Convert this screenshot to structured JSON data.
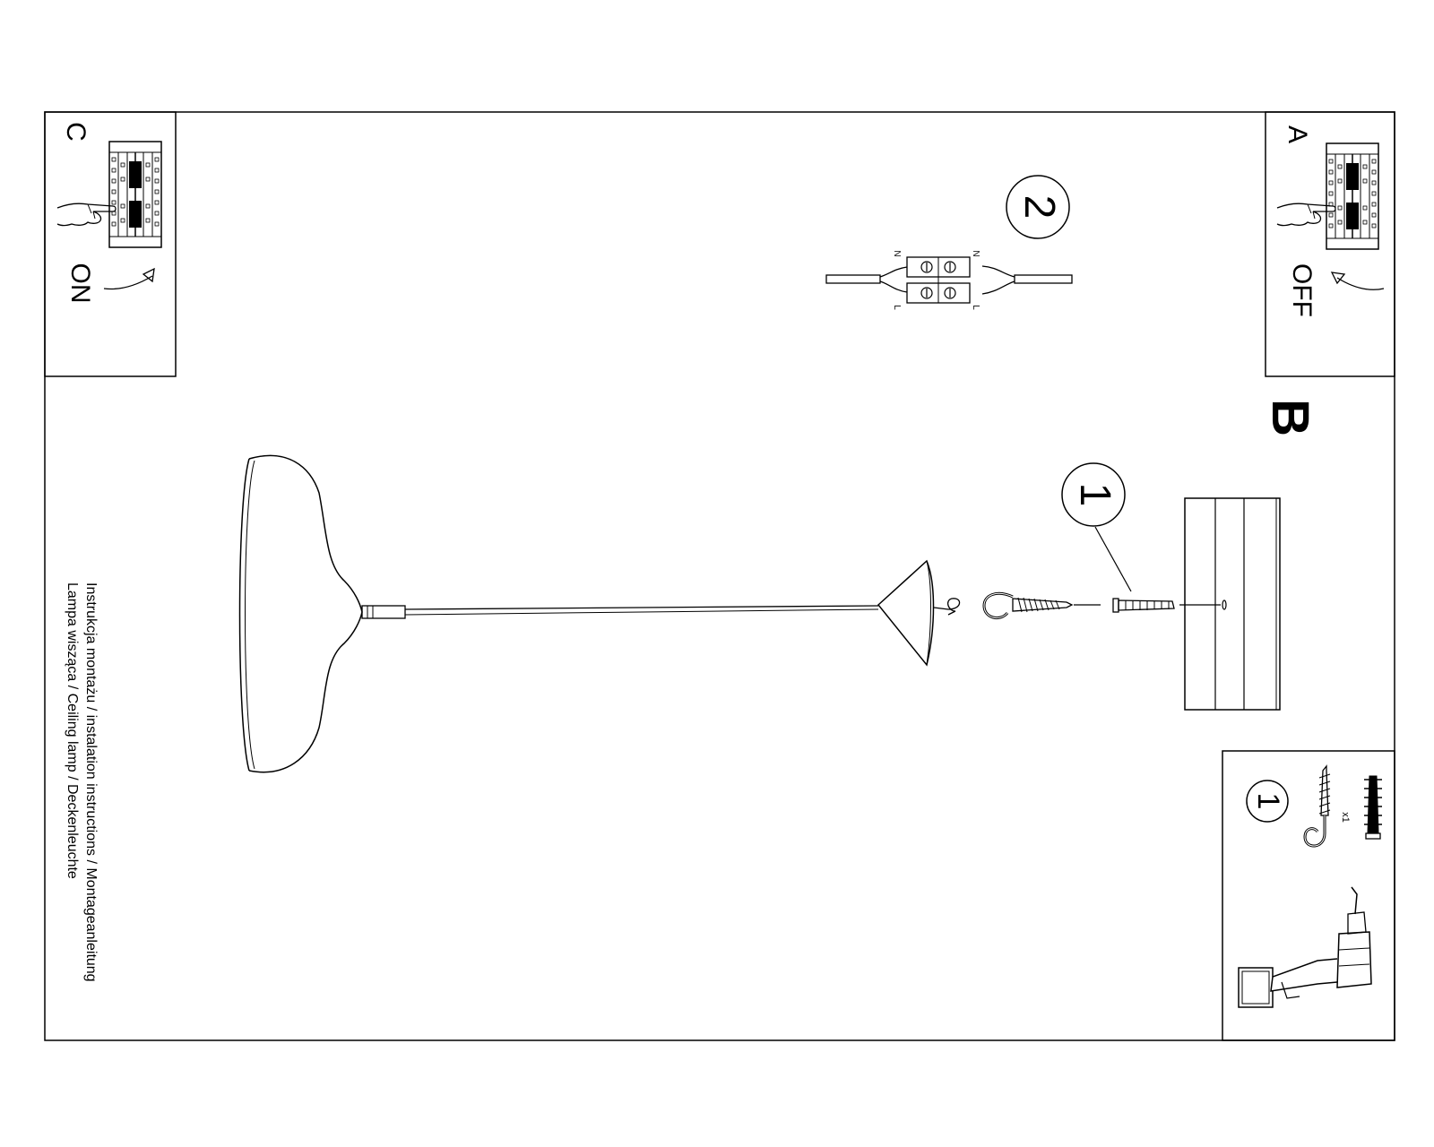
{
  "panels": {
    "a": {
      "letter": "A",
      "label": "OFF"
    },
    "b": {
      "letter": "B"
    },
    "c": {
      "letter": "C",
      "label": "ON"
    }
  },
  "steps": {
    "step_1": "1",
    "step_2": "2"
  },
  "wiring": {
    "neutral_label": "N",
    "live_label": "L"
  },
  "parts_box": {
    "step_number": "1",
    "quantity": "x1"
  },
  "caption": {
    "line_1": "Instrukcja montażu / instalation instructions / Montageanleitung",
    "line_2": "Lampa wisząca / Ceiling lamp / Deckenleuchte"
  }
}
